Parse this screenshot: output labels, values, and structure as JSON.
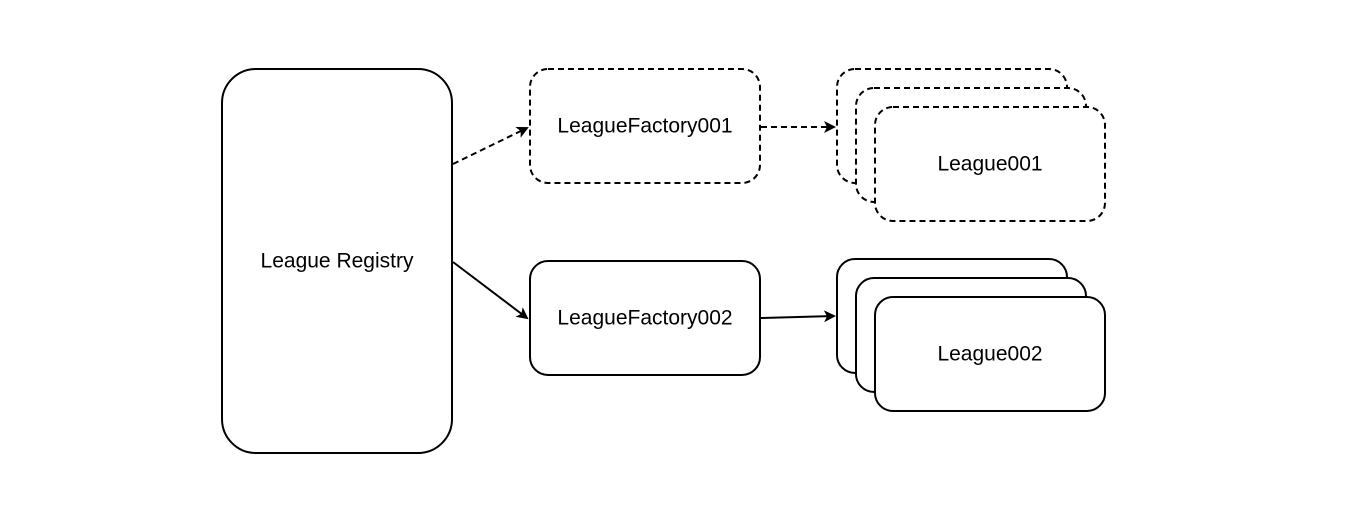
{
  "diagram": {
    "nodes": {
      "registry": {
        "label": "League Registry"
      },
      "factory1": {
        "label": "LeagueFactory001",
        "style": "dashed"
      },
      "factory2": {
        "label": "LeagueFactory002",
        "style": "solid"
      },
      "league1": {
        "label": "League001",
        "style": "dashed",
        "stacked": true
      },
      "league2": {
        "label": "League002",
        "style": "solid",
        "stacked": true
      }
    },
    "edges": [
      {
        "from": "registry",
        "to": "factory1",
        "style": "dashed"
      },
      {
        "from": "factory1",
        "to": "league1",
        "style": "dashed"
      },
      {
        "from": "registry",
        "to": "factory2",
        "style": "solid"
      },
      {
        "from": "factory2",
        "to": "league2",
        "style": "solid"
      }
    ]
  }
}
